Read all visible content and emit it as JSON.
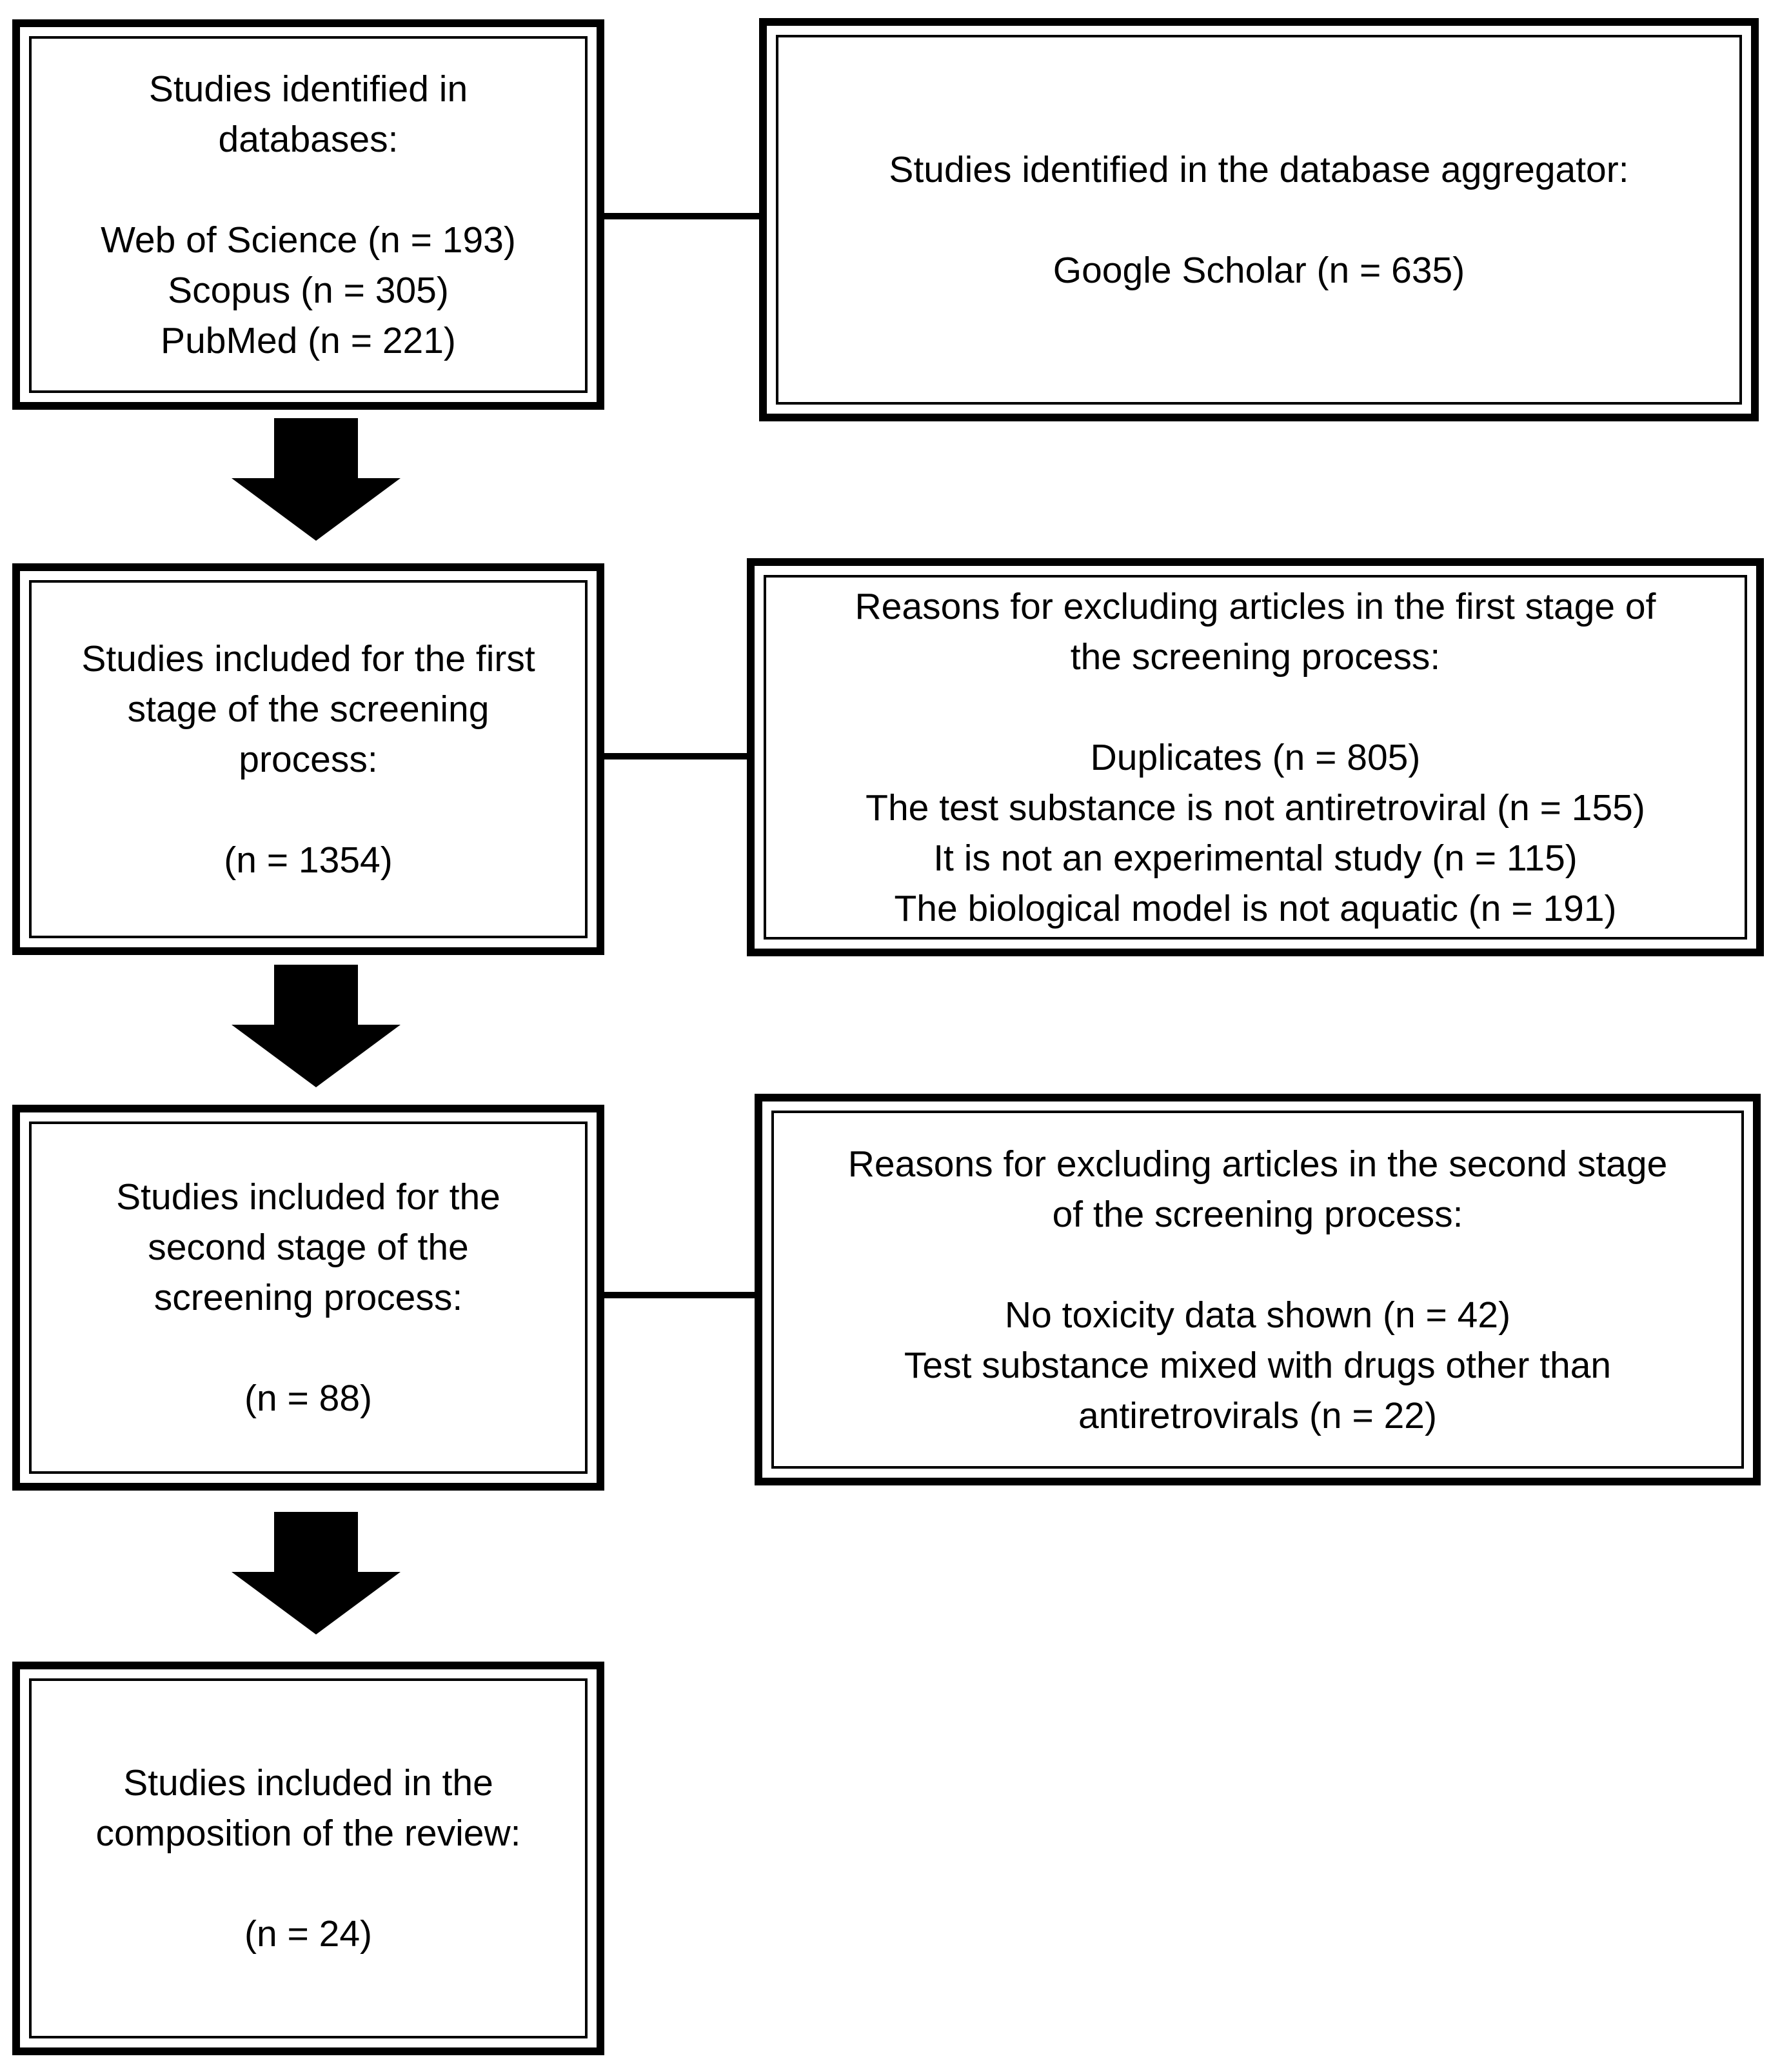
{
  "diagram": {
    "type": "flowchart",
    "colors": {
      "border": "#000000",
      "text": "#000000",
      "arrow": "#000000",
      "background": "#ffffff"
    },
    "boxes": {
      "identified_databases": {
        "title": "Studies identified in\ndatabases:",
        "body": "Web of Science (n = 193)\nScopus (n = 305)\nPubMed (n = 221)"
      },
      "aggregator": {
        "title": "Studies identified in the database aggregator:",
        "body": "Google Scholar (n = 635)"
      },
      "first_stage_included": {
        "title": "Studies included for the first\nstage of the screening\nprocess:",
        "body": "(n = 1354)"
      },
      "first_stage_exclusions": {
        "title": "Reasons for excluding articles in the first stage of\nthe screening process:",
        "body": "Duplicates (n = 805)\nThe test substance is not antiretroviral (n = 155)\nIt is not an experimental study (n = 115)\nThe biological model is not aquatic (n = 191)"
      },
      "second_stage_included": {
        "title": "Studies included for the\nsecond stage of the\nscreening process:",
        "body": "(n = 88)"
      },
      "second_stage_exclusions": {
        "title": "Reasons for excluding articles in the second stage\nof the screening process:",
        "body": "No toxicity data shown (n = 42)\nTest substance mixed with drugs other than\nantiretrovirals (n = 22)"
      },
      "review_included": {
        "title": "Studies included in the\ncomposition of the review:",
        "body": "(n = 24)"
      }
    }
  }
}
